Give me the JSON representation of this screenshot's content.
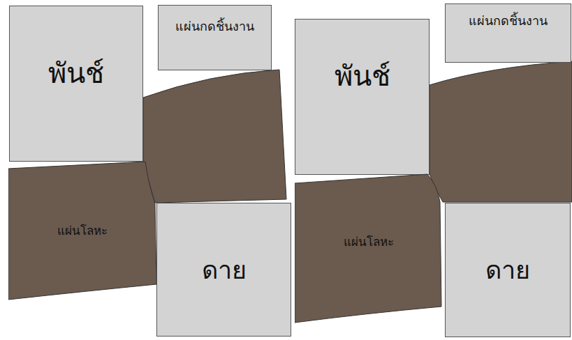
{
  "diagram": {
    "nodes": [
      {
        "text": [
          "พันช์"
        ]
      },
      {
        "text": [
          "แผ่นกดชิ้นงาน"
        ]
      },
      {
        "text": [
          "แผ่นโลหะ"
        ]
      },
      {
        "text": [
          "ดาย"
        ]
      },
      {
        "text": [
          "พันช์"
        ]
      },
      {
        "text": [
          "แผ่นกดชิ้นงาน"
        ]
      },
      {
        "text": [
          "แผ่นโลหะ"
        ]
      },
      {
        "text": [
          "ดาย"
        ]
      }
    ]
  }
}
